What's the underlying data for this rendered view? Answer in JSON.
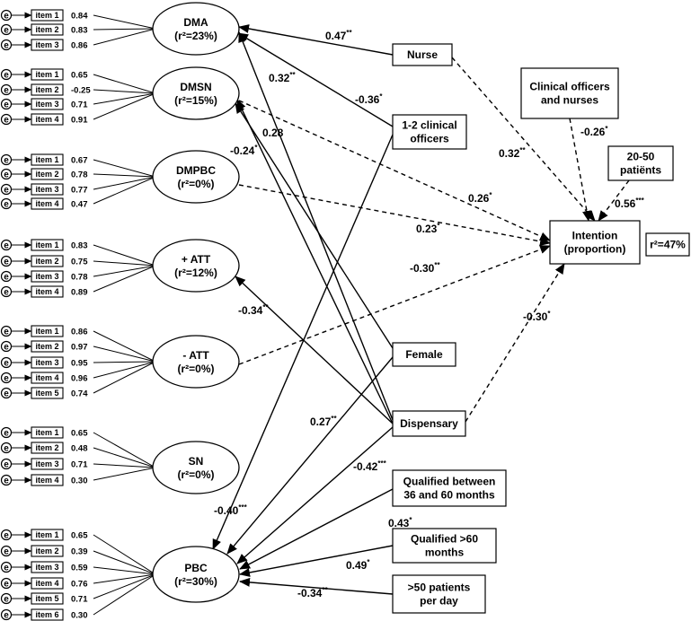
{
  "constructs": {
    "dma": {
      "name": "DMA",
      "r2": "(r²=23%)"
    },
    "dmsn": {
      "name": "DMSN",
      "r2": "(r²=15%)"
    },
    "dmpbc": {
      "name": "DMPBC",
      "r2": "(r²=0%)"
    },
    "patt": {
      "name": "+ ATT",
      "r2": "(r²=12%)"
    },
    "natt": {
      "name": "- ATT",
      "r2": "(r²=0%)"
    },
    "sn": {
      "name": "SN",
      "r2": "(r²=0%)"
    },
    "pbc": {
      "name": "PBC",
      "r2": "(r²=30%)"
    }
  },
  "error_label": "e",
  "indicators": {
    "dma": [
      {
        "item": "item 1",
        "loading": "0.84"
      },
      {
        "item": "item 2",
        "loading": "0.83"
      },
      {
        "item": "item 3",
        "loading": "0.86"
      }
    ],
    "dmsn": [
      {
        "item": "item 1",
        "loading": "0.65"
      },
      {
        "item": "item 2",
        "loading": "-0.25"
      },
      {
        "item": "item 3",
        "loading": "0.71"
      },
      {
        "item": "item 4",
        "loading": "0.91"
      }
    ],
    "dmpbc": [
      {
        "item": "item 1",
        "loading": "0.67"
      },
      {
        "item": "item 2",
        "loading": "0.78"
      },
      {
        "item": "item 3",
        "loading": "0.77"
      },
      {
        "item": "item 4",
        "loading": "0.47"
      }
    ],
    "patt": [
      {
        "item": "item 1",
        "loading": "0.83"
      },
      {
        "item": "item 2",
        "loading": "0.75"
      },
      {
        "item": "item 3",
        "loading": "0.78"
      },
      {
        "item": "item 4",
        "loading": "0.89"
      }
    ],
    "natt": [
      {
        "item": "item 1",
        "loading": "0.86"
      },
      {
        "item": "item 2",
        "loading": "0.97"
      },
      {
        "item": "item 3",
        "loading": "0.95"
      },
      {
        "item": "item 4",
        "loading": "0.96"
      },
      {
        "item": "item 5",
        "loading": "0.74"
      }
    ],
    "sn": [
      {
        "item": "item 1",
        "loading": "0.65"
      },
      {
        "item": "item 2",
        "loading": "0.48"
      },
      {
        "item": "item 3",
        "loading": "0.71"
      },
      {
        "item": "item 4",
        "loading": "0.30"
      }
    ],
    "pbc": [
      {
        "item": "item 1",
        "loading": "0.65"
      },
      {
        "item": "item 2",
        "loading": "0.39"
      },
      {
        "item": "item 3",
        "loading": "0.59"
      },
      {
        "item": "item 4",
        "loading": "0.76"
      },
      {
        "item": "item 5",
        "loading": "0.71"
      },
      {
        "item": "item 6",
        "loading": "0.30"
      }
    ]
  },
  "boxes": {
    "nurse": [
      "Nurse"
    ],
    "clinical_officers_1_2": [
      "1-2 clinical",
      "officers"
    ],
    "clinical_officers_and_nurses": [
      "Clinical officers",
      "and nurses"
    ],
    "patients_20_50": [
      "20-50",
      "patiënts"
    ],
    "intention": [
      "Intention",
      "(proportion)"
    ],
    "intention_r2": [
      "r²=47%"
    ],
    "female": [
      "Female"
    ],
    "dispensary": [
      "Dispensary"
    ],
    "qualified_36_60": [
      "Qualified between",
      "36 and 60 months"
    ],
    "qualified_60": [
      "Qualified >60",
      "months"
    ],
    "patients_50": [
      ">50 patients",
      "per day"
    ]
  },
  "paths": [
    {
      "from": "Nurse",
      "to": "DMA",
      "coef": "0.47",
      "sig": "**",
      "style": "solid"
    },
    {
      "from": "1-2 clinical officers",
      "to": "DMA",
      "coef": "-0.36",
      "sig": "*",
      "style": "solid"
    },
    {
      "from": "Dispensary",
      "to": "DMA",
      "coef": "0.32",
      "sig": "**",
      "style": "solid"
    },
    {
      "from": "Female",
      "to": "DMSN",
      "coef": "0.28",
      "sig": "",
      "style": "solid"
    },
    {
      "from": "Dispensary",
      "to": "DMSN",
      "coef": "-0.24",
      "sig": "*",
      "style": "solid"
    },
    {
      "from": "Dispensary",
      "to": "+ ATT",
      "coef": "-0.34",
      "sig": "**",
      "style": "solid"
    },
    {
      "from": "1-2 clinical officers",
      "to": "PBC",
      "coef": "-0.40",
      "sig": "***",
      "style": "solid"
    },
    {
      "from": "Female",
      "to": "PBC",
      "coef": "0.27",
      "sig": "**",
      "style": "solid"
    },
    {
      "from": "Dispensary",
      "to": "PBC",
      "coef": "-0.42",
      "sig": "***",
      "style": "solid"
    },
    {
      "from": "Qualified between 36 and 60 months",
      "to": "PBC",
      "coef": "0.43",
      "sig": "*",
      "style": "solid"
    },
    {
      "from": "Qualified >60 months",
      "to": "PBC",
      "coef": "0.49",
      "sig": "*",
      "style": "solid"
    },
    {
      "from": ">50 patients per day",
      "to": "PBC",
      "coef": "-0.34",
      "sig": "**",
      "style": "solid"
    },
    {
      "from": "Nurse",
      "to": "Intention",
      "coef": "0.32",
      "sig": "**",
      "style": "dashed"
    },
    {
      "from": "Clinical officers and nurses",
      "to": "Intention",
      "coef": "-0.26",
      "sig": "*",
      "style": "dashed"
    },
    {
      "from": "20-50 patiënts",
      "to": "Intention",
      "coef": "0.56",
      "sig": "***",
      "style": "dashed"
    },
    {
      "from": "DMSN",
      "to": "Intention",
      "coef": "0.26",
      "sig": "*",
      "style": "dashed"
    },
    {
      "from": "DMPBC",
      "to": "Intention",
      "coef": "0.23",
      "sig": "*",
      "style": "dashed"
    },
    {
      "from": "- ATT",
      "to": "Intention",
      "coef": "-0.30",
      "sig": "**",
      "style": "dashed"
    },
    {
      "from": "Dispensary",
      "to": "Intention",
      "coef": "-0.30",
      "sig": "*",
      "style": "dashed"
    }
  ]
}
